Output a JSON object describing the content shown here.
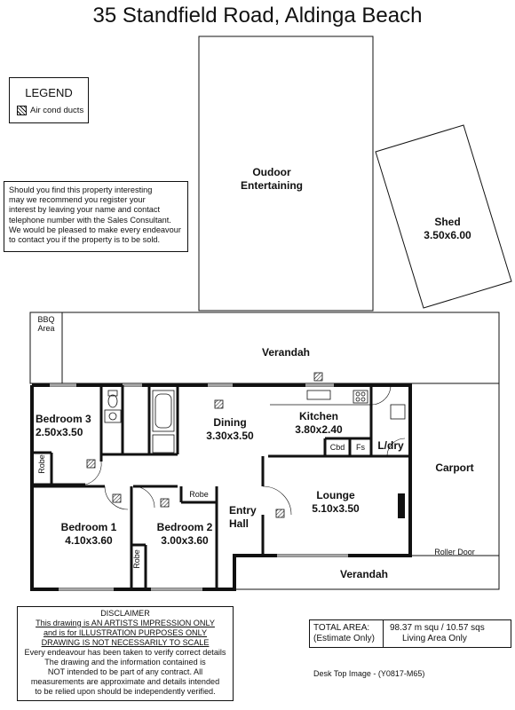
{
  "title": "35 Standfield Road, Aldinga Beach",
  "legend": {
    "title": "LEGEND",
    "item_label": "Air cond ducts"
  },
  "notice": [
    "Should you find this property interesting",
    "may we recommend you register your",
    "interest by leaving your name and contact",
    "telephone number with the Sales Consultant.",
    "We would be pleased to make every endeavour",
    "to contact you if the property is to be sold."
  ],
  "rooms": {
    "outdoor_entertaining": {
      "name": "Oudoor",
      "name2": "Entertaining"
    },
    "shed": {
      "name": "Shed",
      "size": "3.50x6.00"
    },
    "bbq": {
      "name": "BBQ",
      "name2": "Area"
    },
    "verandah_top": {
      "name": "Verandah"
    },
    "bedroom3": {
      "name": "Bedroom 3",
      "size": "2.50x3.50"
    },
    "dining": {
      "name": "Dining",
      "size": "3.30x3.50"
    },
    "kitchen": {
      "name": "Kitchen",
      "size": "3.80x2.40"
    },
    "cbd": {
      "name": "Cbd"
    },
    "fs": {
      "name": "Fs"
    },
    "laundry": {
      "name": "L/dry"
    },
    "carport": {
      "name": "Carport"
    },
    "robe_b3": {
      "name": "Robe"
    },
    "lounge": {
      "name": "Lounge",
      "size": "5.10x3.50"
    },
    "entry_hall": {
      "name": "Entry",
      "name2": "Hall"
    },
    "bedroom1": {
      "name": "Bedroom 1",
      "size": "4.10x3.60"
    },
    "bedroom2": {
      "name": "Bedroom 2",
      "size": "3.00x3.60"
    },
    "robe_b2": {
      "name": "Robe"
    },
    "robe_b1": {
      "name": "Robe"
    },
    "roller_door": {
      "name": "Roller Door"
    },
    "verandah_bottom": {
      "name": "Verandah"
    }
  },
  "disclaimer": {
    "title": "DISCLAIMER",
    "underlined": [
      "This drawing is AN ARTISTS IMPRESSION ONLY",
      "and is for ILLUSTRATION PURPOSES ONLY",
      "DRAWING IS NOT NECESSARILY TO SCALE"
    ],
    "body": [
      "Every endeavour has been taken to verify correct details",
      "The drawing and the information contained is",
      "NOT intended to be part of any contract. All",
      "measurements are approximate and details intended",
      "to be relied upon should be independently verified."
    ]
  },
  "total_area": {
    "label": "TOTAL AREA:",
    "label2": "(Estimate Only)",
    "value": "98.37 m squ /  10.57 sqs",
    "value2": "Living Area Only"
  },
  "footer": "Desk Top Image - (Y0817-M65)"
}
